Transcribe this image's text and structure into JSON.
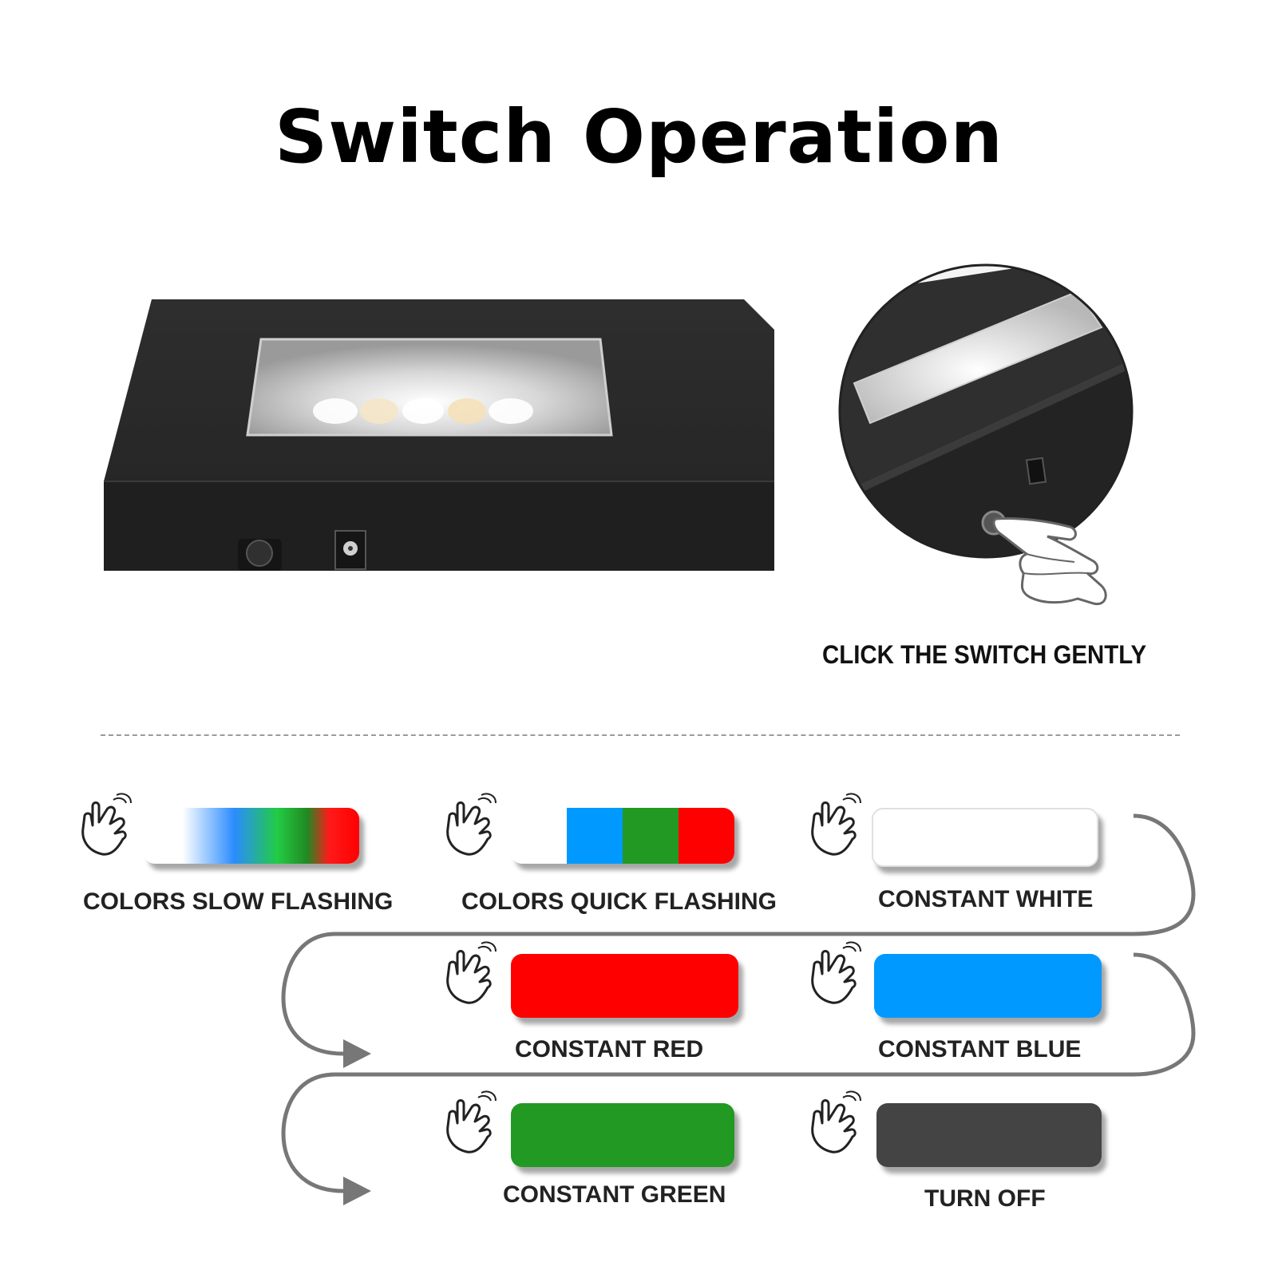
{
  "title": "Switch Operation",
  "click_note": "CLICK THE SWITCH GENTLY",
  "modes": [
    {
      "label": "COLORS SLOW FLASHING",
      "fill": "gradient-slow"
    },
    {
      "label": "COLORS QUICK FLASHING",
      "fill": "segments-quick"
    },
    {
      "label": "CONSTANT WHITE",
      "fill": "#ffffff"
    },
    {
      "label": "CONSTANT RED",
      "fill": "#ff0000"
    },
    {
      "label": "CONSTANT BLUE",
      "fill": "#0099ff"
    },
    {
      "label": "CONSTANT GREEN",
      "fill": "#229922"
    },
    {
      "label": "TURN OFF",
      "fill": "#444444"
    }
  ],
  "colors": {
    "white": "#ffffff",
    "blue": "#0099ff",
    "green": "#229922",
    "red": "#ff0000",
    "off": "#444444",
    "device": "#2b2b2b"
  },
  "icons": [
    "tap-hand-icon",
    "flow-arrow-icon"
  ]
}
